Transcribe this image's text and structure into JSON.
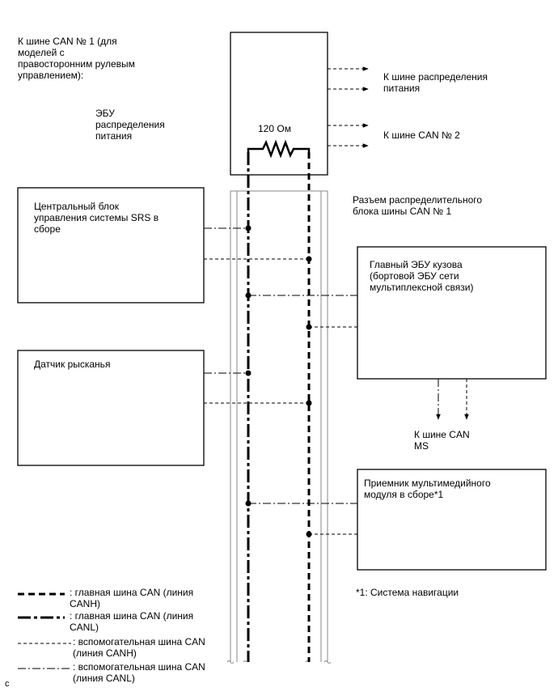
{
  "header": {
    "title": "К шине CAN № 1 (для\nмоделей с\nправосторонним рулевым\nуправлением):"
  },
  "ecu_power": {
    "label": "ЭБУ\nраспределения\nпитания",
    "resistor": "120 Ом",
    "out_power": "К шине распределения\nпитания",
    "out_can2": "К шине CAN № 2"
  },
  "connector": {
    "label": "Разъем распределительного\nблока шины CAN № 1"
  },
  "blocks": {
    "srs": "Центральный блок\nуправления системы SRS в\nсборе",
    "body_ecu": "Главный ЭБУ кузова\n(бортовой ЭБУ сети\nмультиплексной связи)",
    "yaw": "Датчик рысканья",
    "can_ms": "К шине CAN\nMS",
    "multimedia": "Приемник мультимедийного\nмодуля в сборе*1"
  },
  "footnote": "*1: Система навигации",
  "legend": [
    {
      "label": ": главная шина CAN (линия\nCANH)"
    },
    {
      "label": ": главная шина CAN (линия\nCANL)"
    },
    {
      "label": ": вспомогательная шина CAN\n(линия CANH)"
    },
    {
      "label": ": вспомогательная шина CAN\n(линия CANL)"
    }
  ],
  "corner_mark": "c"
}
